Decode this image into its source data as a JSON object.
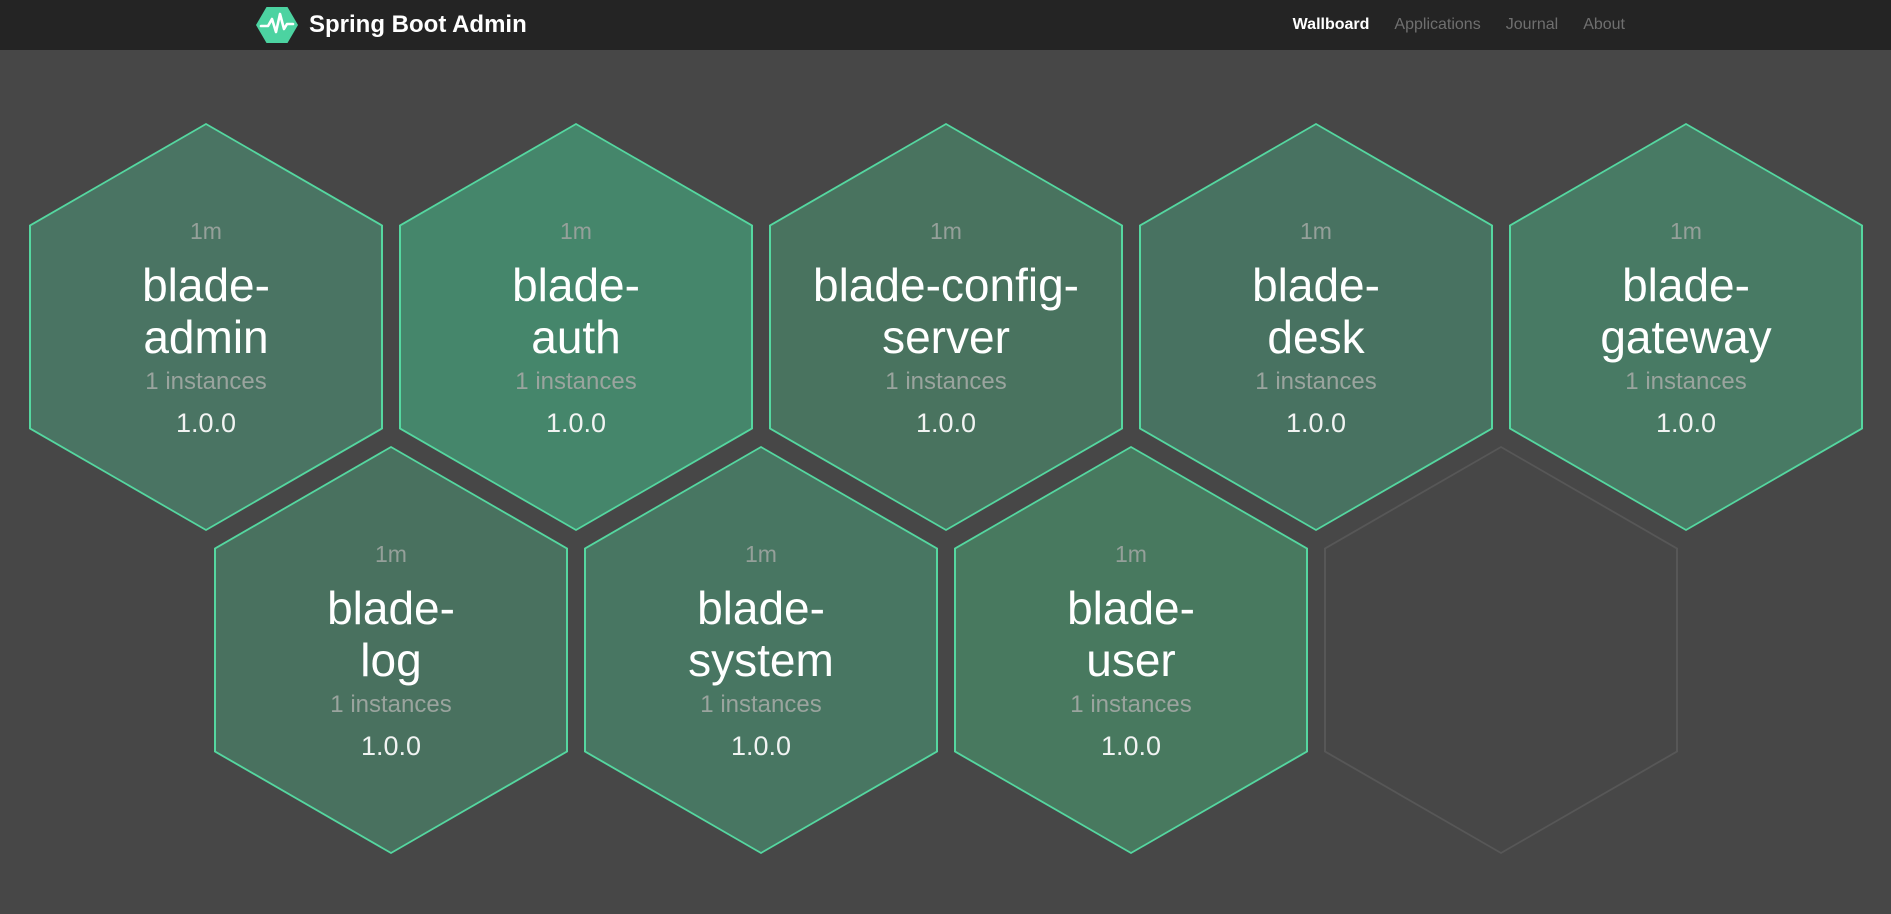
{
  "navbar": {
    "brand": "Spring Boot Admin",
    "logo_color": "#4CD3A1",
    "background": "#242424",
    "items": [
      {
        "label": "Wallboard",
        "active": true
      },
      {
        "label": "Applications",
        "active": false
      },
      {
        "label": "Journal",
        "active": false
      },
      {
        "label": "About",
        "active": false
      }
    ]
  },
  "wallboard": {
    "background": "#474747",
    "hex_border_color": "#55D7A0",
    "ghost_border_color": "#575757",
    "apps": [
      {
        "name": "blade-admin",
        "name_lines": [
          "blade-",
          "admin"
        ],
        "uptime": "1m",
        "instances": "1 instances",
        "version": "1.0.0",
        "status_fill": "#4A7463"
      },
      {
        "name": "blade-auth",
        "name_lines": [
          "blade-",
          "auth"
        ],
        "uptime": "1m",
        "instances": "1 instances",
        "version": "1.0.0",
        "status_fill": "#45866B"
      },
      {
        "name": "blade-config-server",
        "name_lines": [
          "blade-config-",
          "server"
        ],
        "uptime": "1m",
        "instances": "1 instances",
        "version": "1.0.0",
        "status_fill": "#49735F"
      },
      {
        "name": "blade-desk",
        "name_lines": [
          "blade-",
          "desk"
        ],
        "uptime": "1m",
        "instances": "1 instances",
        "version": "1.0.0",
        "status_fill": "#487261"
      },
      {
        "name": "blade-gateway",
        "name_lines": [
          "blade-",
          "gateway"
        ],
        "uptime": "1m",
        "instances": "1 instances",
        "version": "1.0.0",
        "status_fill": "#487A64"
      },
      {
        "name": "blade-log",
        "name_lines": [
          "blade-",
          "log"
        ],
        "uptime": "1m",
        "instances": "1 instances",
        "version": "1.0.0",
        "status_fill": "#49715F"
      },
      {
        "name": "blade-system",
        "name_lines": [
          "blade-",
          "system"
        ],
        "uptime": "1m",
        "instances": "1 instances",
        "version": "1.0.0",
        "status_fill": "#487662"
      },
      {
        "name": "blade-user",
        "name_lines": [
          "blade-",
          "user"
        ],
        "uptime": "1m",
        "instances": "1 instances",
        "version": "1.0.0",
        "status_fill": "#48795F"
      }
    ]
  }
}
